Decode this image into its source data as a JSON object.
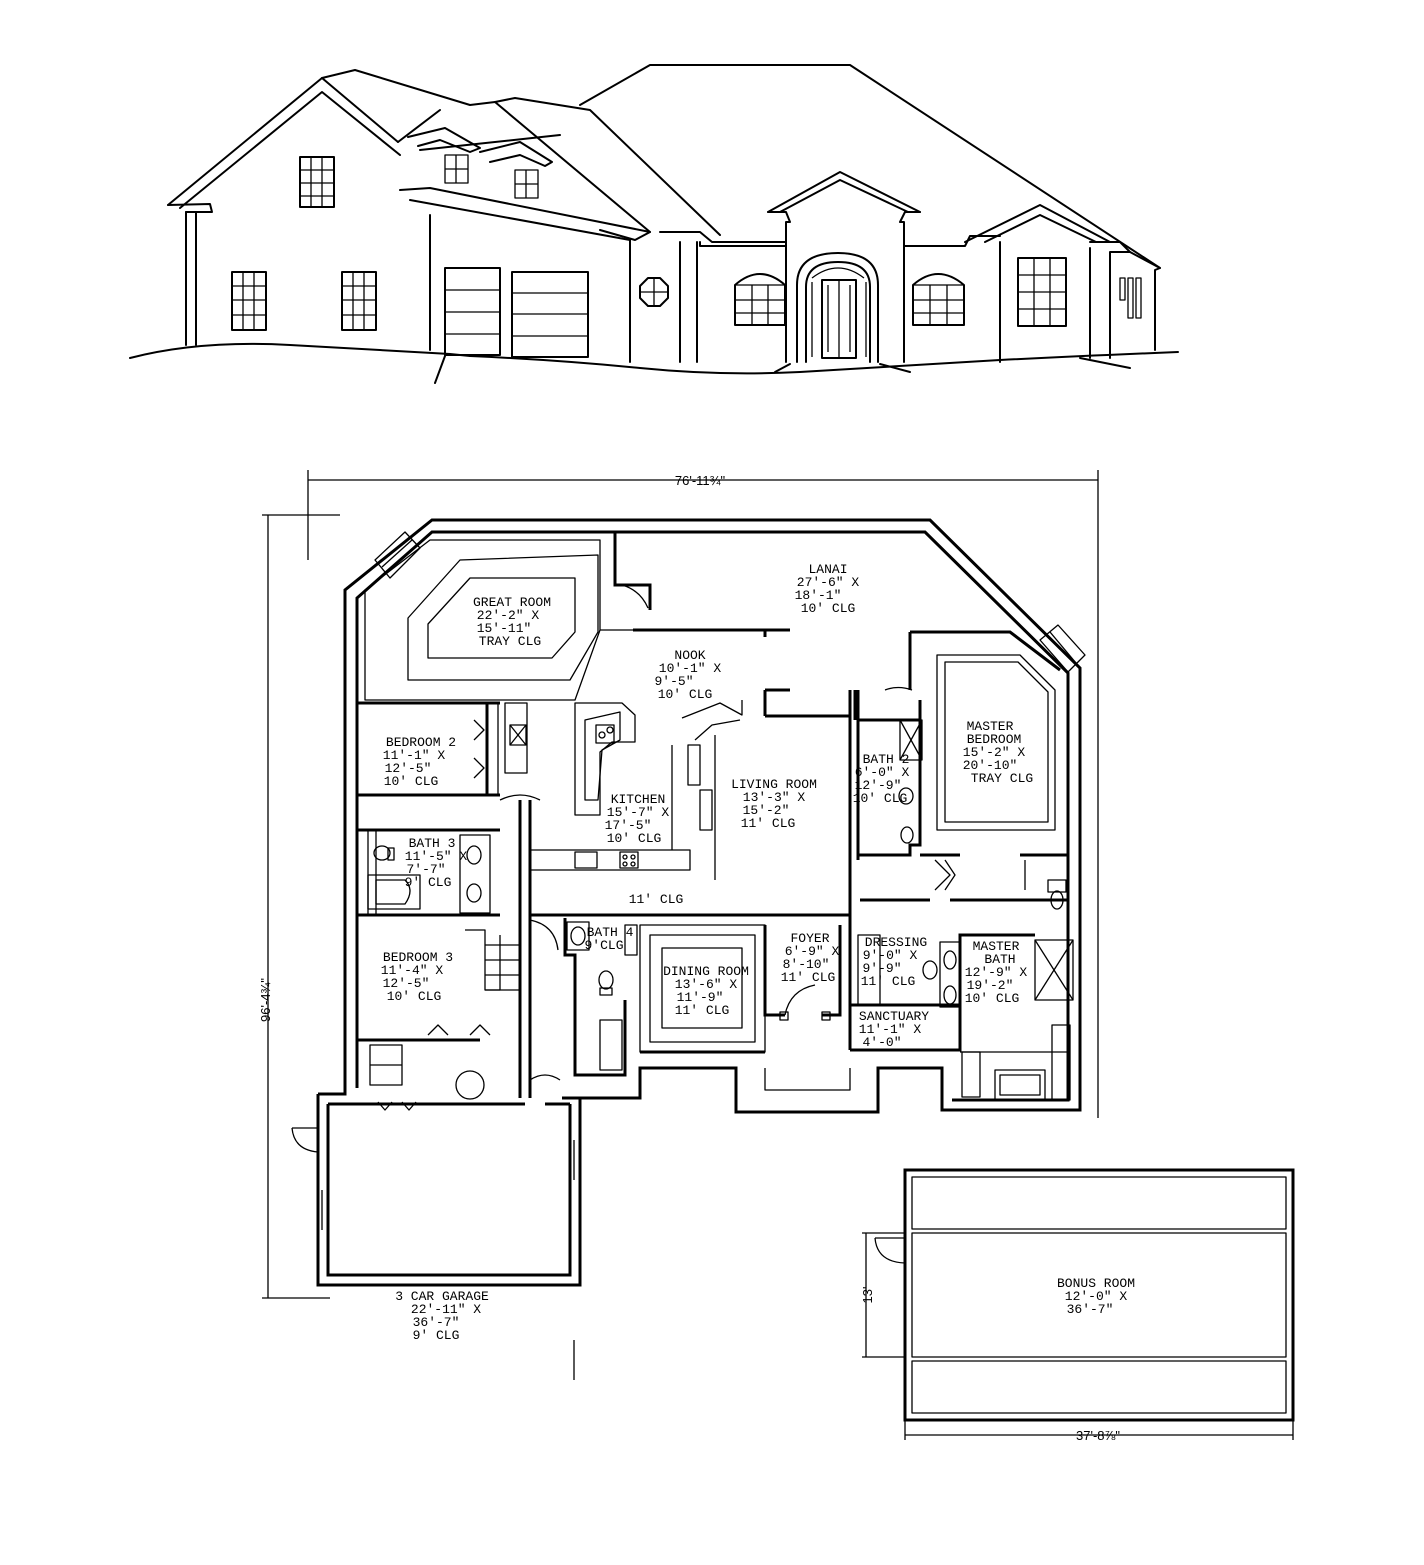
{
  "plan": {
    "dimensions": {
      "overall_width": "76'-11¾\"",
      "overall_depth": "96'-4¾\"",
      "bonus_width": "37'-8⅞\"",
      "bonus_depth": "13'"
    },
    "rooms": [
      {
        "id": "lanai",
        "name": "LANAI",
        "l1": "27'-6\" X",
        "l2": "18'-1\"",
        "l3": "10' CLG"
      },
      {
        "id": "great-room",
        "name": "GREAT ROOM",
        "l1": "22'-2\" X",
        "l2": "15'-11\"",
        "l3": "TRAY CLG"
      },
      {
        "id": "nook",
        "name": "NOOK",
        "l1": "10'-1\" X",
        "l2": "9'-5\"",
        "l3": "10' CLG"
      },
      {
        "id": "bedroom-2",
        "name": "BEDROOM 2",
        "l1": "11'-1\" X",
        "l2": "12'-5\"",
        "l3": "10' CLG"
      },
      {
        "id": "kitchen",
        "name": "KITCHEN",
        "l1": "15'-7\" X",
        "l2": "17'-5\"",
        "l3": "10' CLG"
      },
      {
        "id": "living-room",
        "name": "LIVING ROOM",
        "l1": "13'-3\" X",
        "l2": "15'-2\"",
        "l3": "11' CLG"
      },
      {
        "id": "bath-2",
        "name": "BATH 2",
        "l1": "6'-0\" X",
        "l2": "12'-9\"",
        "l3": "10' CLG"
      },
      {
        "id": "master-bedroom",
        "name": "MASTER",
        "name2": "BEDROOM",
        "l1": "15'-2\" X",
        "l2": "20'-10\"",
        "l3": "TRAY CLG"
      },
      {
        "id": "bath-3",
        "name": "BATH 3",
        "l1": "11'-5\" X",
        "l2": "7'-7\"",
        "l3": "9' CLG"
      },
      {
        "id": "hall",
        "name": "11' CLG"
      },
      {
        "id": "bath-4",
        "name": "BATH 4",
        "l1": "9'CLG"
      },
      {
        "id": "dining-room",
        "name": "DINING ROOM",
        "l1": "13'-6\" X",
        "l2": "11'-9\"",
        "l3": "11' CLG"
      },
      {
        "id": "foyer",
        "name": "FOYER",
        "l1": "6'-9\" X",
        "l2": "8'-10\"",
        "l3": "11' CLG"
      },
      {
        "id": "dressing",
        "name": "DRESSING",
        "l1": "9'-0\" X",
        "l2": "9'-9\"",
        "l3": "11' CLG"
      },
      {
        "id": "master-bath",
        "name": "MASTER",
        "name2": "BATH",
        "l1": "12'-9\" X",
        "l2": "19'-2\"",
        "l3": "10' CLG"
      },
      {
        "id": "sanctuary",
        "name": "SANCTUARY",
        "l1": "11'-1\" X",
        "l2": "4'-0\""
      },
      {
        "id": "bedroom-3",
        "name": "BEDROOM 3",
        "l1": "11'-4\" X",
        "l2": "12'-5\"",
        "l3": "10' CLG"
      },
      {
        "id": "garage",
        "name": "3 CAR GARAGE",
        "l1": "22'-11\" X",
        "l2": "36'-7\"",
        "l3": "9' CLG"
      },
      {
        "id": "bonus-room",
        "name": "BONUS ROOM",
        "l1": "12'-0\" X",
        "l2": "36'-7\""
      }
    ]
  }
}
